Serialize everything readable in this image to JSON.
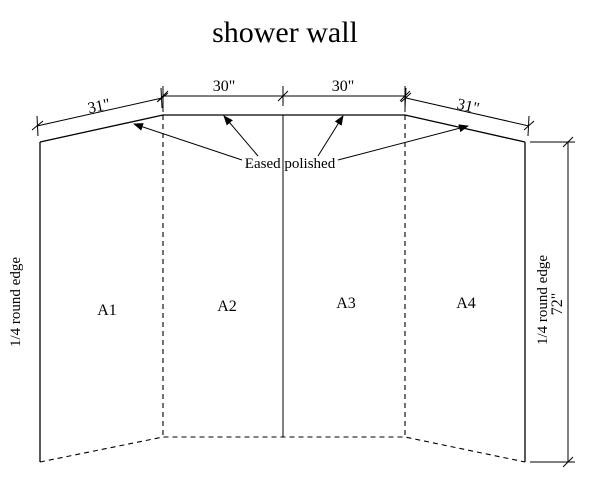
{
  "title": "shower wall",
  "dimensions": {
    "left_panel_width": "31\"",
    "center_left_width": "30\"",
    "center_right_width": "30\"",
    "right_panel_width": "31\"",
    "height": "72\""
  },
  "panels": [
    {
      "label": "A1"
    },
    {
      "label": "A2"
    },
    {
      "label": "A3"
    },
    {
      "label": "A4"
    }
  ],
  "annotations": {
    "top_edge_note": "Eased polished",
    "left_edge_note": "1/4 round edge",
    "right_edge_note": "1/4 round edge"
  }
}
